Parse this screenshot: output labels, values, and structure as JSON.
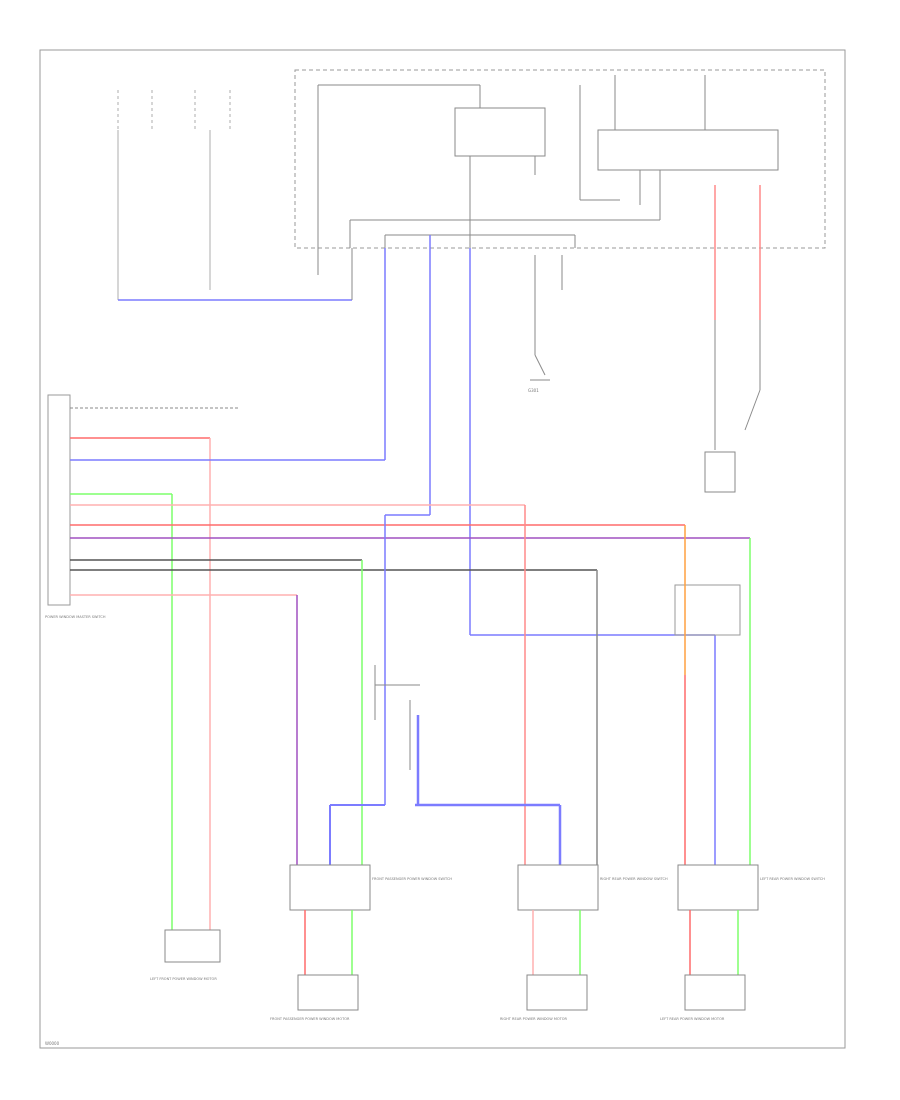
{
  "diagram": {
    "footer_code": "W0000",
    "connector_labels": {
      "power_window_master": "POWER WINDOW MASTER SWITCH",
      "front_passenger_switch": "FRONT PASSENGER POWER WINDOW SWITCH",
      "rear_right_switch": "RIGHT REAR POWER WINDOW SWITCH",
      "rear_left_switch": "LEFT REAR POWER WINDOW SWITCH",
      "front_passenger_motor": "FRONT PASSENGER POWER WINDOW MOTOR",
      "rear_right_motor": "RIGHT REAR POWER WINDOW MOTOR",
      "rear_left_motor": "LEFT REAR POWER WINDOW MOTOR",
      "driver_motor": "LEFT FRONT POWER WINDOW MOTOR",
      "ground": "G301"
    },
    "wire_colors": {
      "blue": "#7c7cff",
      "red": "#ff6b6b",
      "pink": "#ffb0b0",
      "green": "#7dff6b",
      "dark": "#333333",
      "gray": "#8a8a8a",
      "purple": "#a050c0",
      "orange": "#ffa040"
    }
  }
}
